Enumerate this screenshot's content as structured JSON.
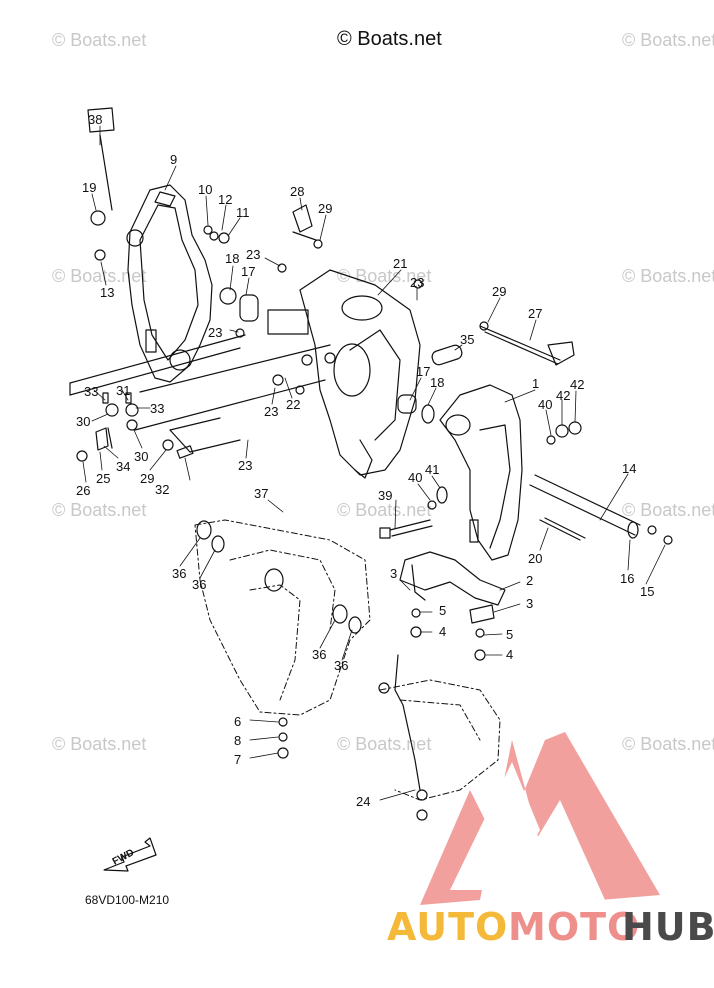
{
  "copyright": "© Boats.net",
  "watermark_text": "© Boats.net",
  "diagram_code": "68VD100-M210",
  "fwd_label": "FWD",
  "brand": {
    "part1": "AUTO",
    "part2": "MOTO",
    "part3": "HUB",
    "color1": "#f5b93a",
    "color2": "#ef8f8c",
    "color3": "#4a4a4a"
  },
  "callouts": {
    "c38": "38",
    "c9": "9",
    "c19": "19",
    "c10": "10",
    "c12": "12",
    "c11": "11",
    "c28": "28",
    "c29a": "29",
    "c13": "13",
    "c23a": "23",
    "c18a": "18",
    "c17a": "17",
    "c21": "21",
    "c23b": "23",
    "c29b": "29",
    "c27": "27",
    "c35": "35",
    "c23c": "23",
    "c33a": "33",
    "c31": "31",
    "c33b": "33",
    "c30a": "30",
    "c23d": "23",
    "c22": "22",
    "c17b": "17",
    "c18b": "18",
    "c1": "1",
    "c40a": "40",
    "c42a": "42",
    "c42b": "42",
    "c34": "34",
    "c30b": "30",
    "c25": "25",
    "c29c": "29",
    "c26": "26",
    "c32": "32",
    "c23e": "23",
    "c14": "14",
    "c41": "41",
    "c40b": "40",
    "c39": "39",
    "c37": "37",
    "c20": "20",
    "c36a": "36",
    "c36b": "36",
    "c16": "16",
    "c15": "15",
    "c3a": "3",
    "c2": "2",
    "c5a": "5",
    "c3b": "3",
    "c4a": "4",
    "c5b": "5",
    "c4b": "4",
    "c36c": "36",
    "c36d": "36",
    "c6": "6",
    "c8": "8",
    "c7": "7",
    "c24": "24"
  }
}
